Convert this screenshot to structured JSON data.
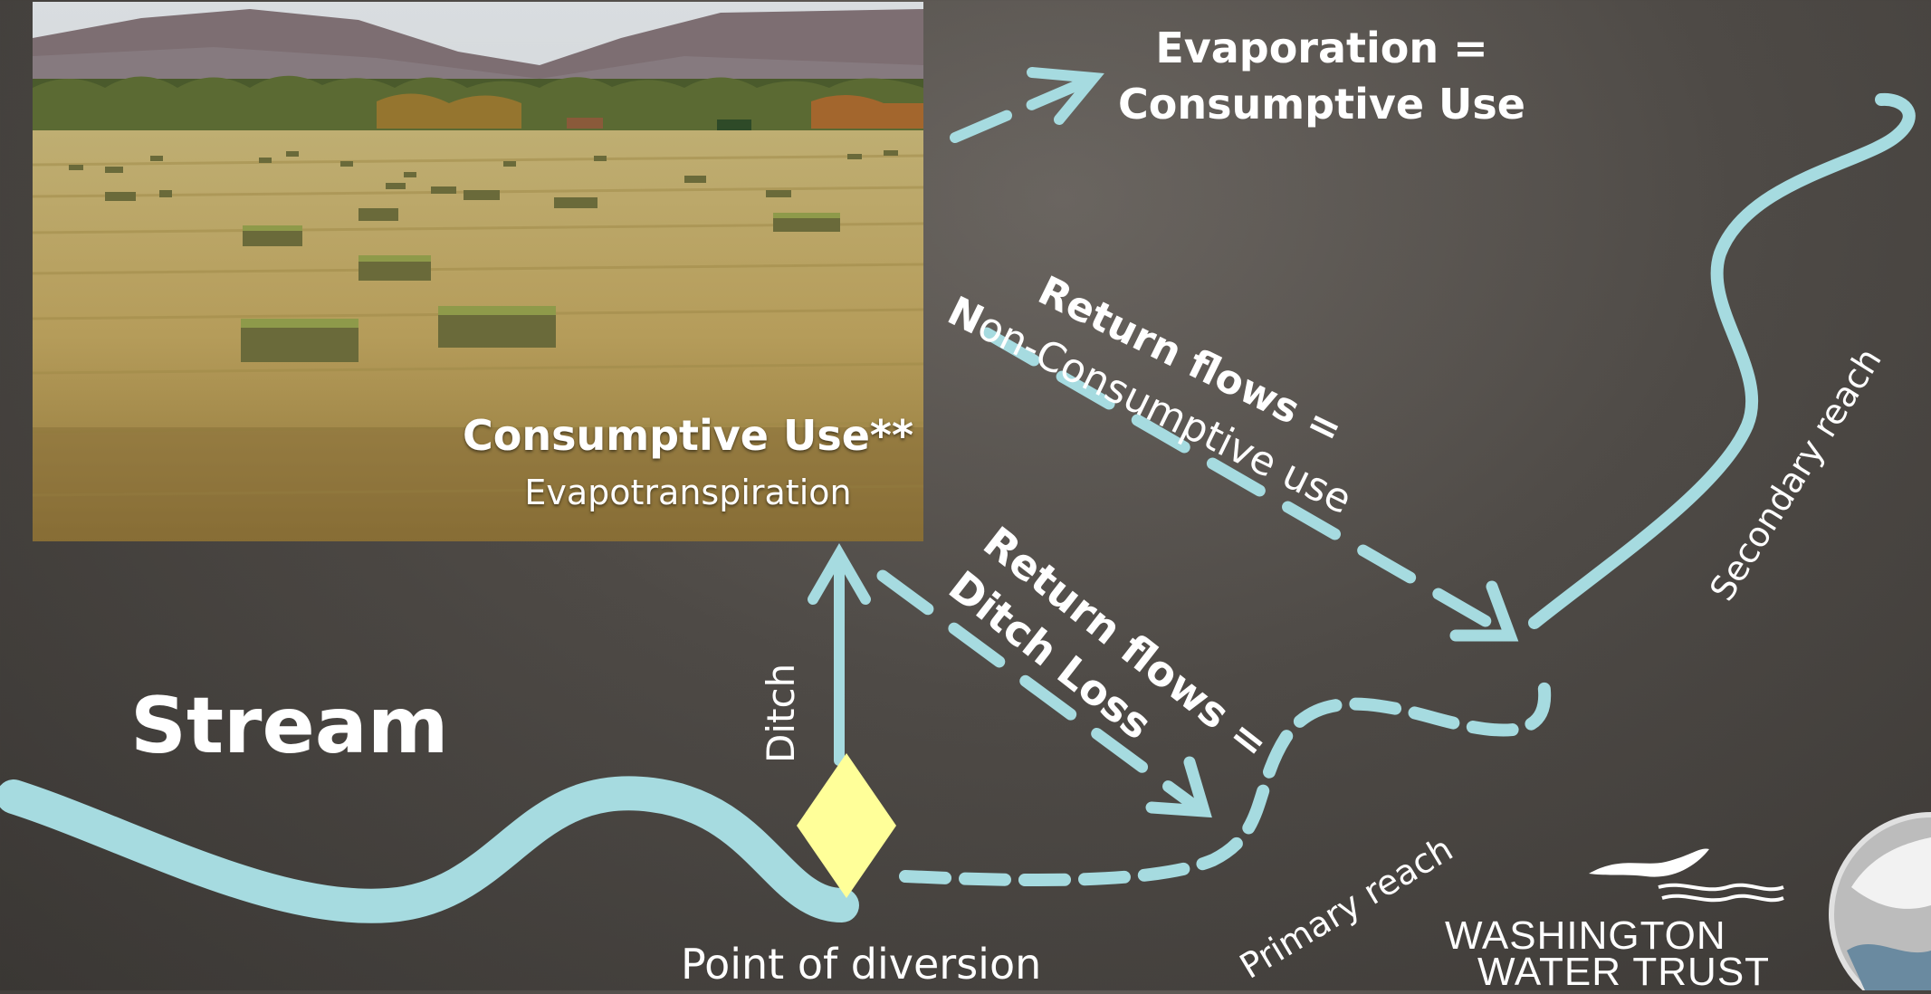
{
  "photo": {
    "caption_title": "Consumptive Use**",
    "caption_subtitle": "Evapotranspiration"
  },
  "labels": {
    "evaporation_line1": "Evaporation =",
    "evaporation_line2": "Consumptive Use",
    "return_flows_1_line1": "Return flows =",
    "return_flows_1_line2_initial": "N",
    "return_flows_1_line2_rest": "on-Consumptive use",
    "return_flows_2_line1": "Return flows =",
    "return_flows_2_line2": "Ditch Loss",
    "stream": "Stream",
    "ditch": "Ditch",
    "point_of_diversion": "Point of diversion",
    "primary_reach": "Primary reach",
    "secondary_reach": "Secondary reach"
  },
  "logo": {
    "line1": "WASHINGTON",
    "line2": "WATER TRUST"
  },
  "colors": {
    "water": "#a6dbe0",
    "diversion_marker": "#ffff99",
    "background": "#4e4a46"
  }
}
